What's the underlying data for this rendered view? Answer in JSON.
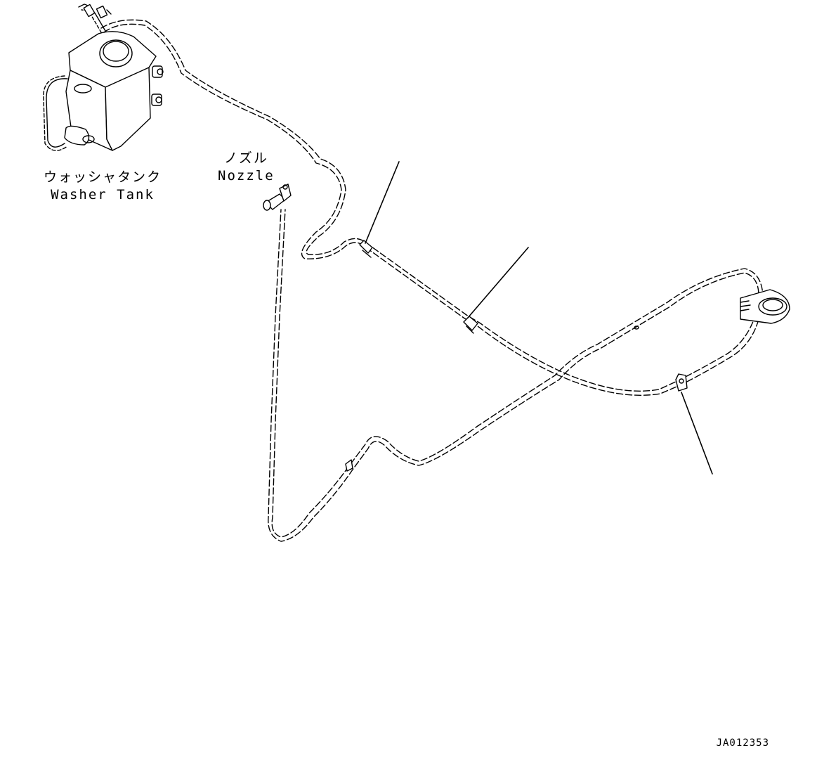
{
  "labels": {
    "washer_tank": {
      "jp": "ウォッシャタンク",
      "en": "Washer Tank"
    },
    "nozzle": {
      "jp": "ノズル",
      "en": "Nozzle"
    }
  },
  "drawing_id": "JA012353",
  "colors": {
    "line": "#000000",
    "background": "#ffffff"
  }
}
